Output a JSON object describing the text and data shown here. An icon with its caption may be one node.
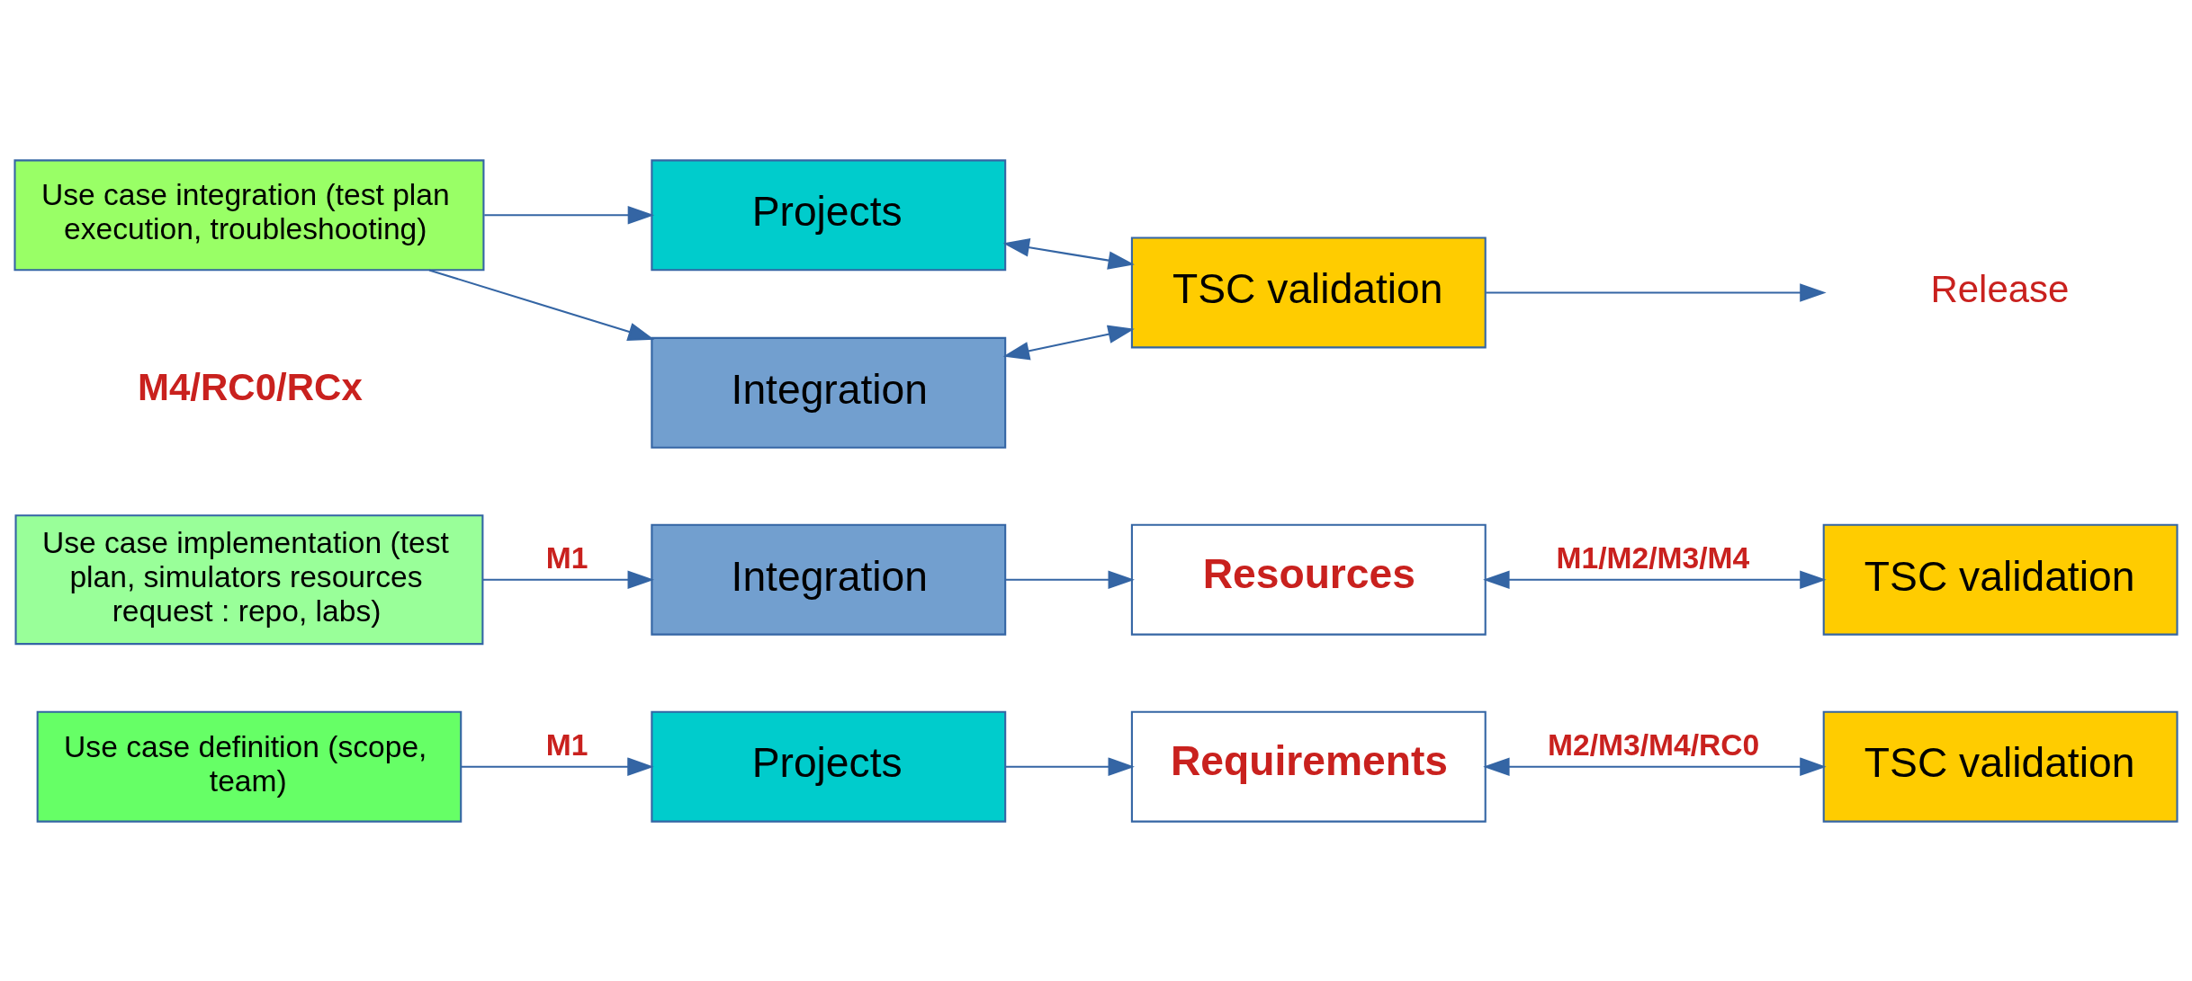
{
  "diagram": {
    "nodes": [
      {
        "text": [
          "Use case definition (scope, team)"
        ]
      },
      {
        "text": [
          "Projects"
        ]
      },
      {
        "text": [
          "Requirements"
        ]
      },
      {
        "text": [
          "TSC validation"
        ]
      },
      {
        "text": [
          "Use case implementation (test plan, simulators resources request : repo, labs)"
        ]
      },
      {
        "text": [
          "Integration"
        ]
      },
      {
        "text": [
          "Resources"
        ]
      },
      {
        "text": [
          "TSC validation"
        ]
      },
      {
        "text": [
          "Use case integration (test plan execution, troubleshooting)"
        ]
      },
      {
        "text": [
          "Integration"
        ]
      },
      {
        "text": [
          "Projects"
        ]
      },
      {
        "text": [
          "TSC validation"
        ]
      },
      {
        "text": [
          "Release"
        ]
      }
    ],
    "edges": [
      {
        "from": 0,
        "to": 1,
        "arrow": "to",
        "label": "M1"
      },
      {
        "from": 1,
        "to": 2,
        "arrow": "to"
      },
      {
        "from": 2,
        "to": 3,
        "arrow": "both",
        "label": "M2/M3/M4/RC0"
      },
      {
        "from": 4,
        "to": 5,
        "arrow": "to",
        "label": "M1"
      },
      {
        "from": 5,
        "to": 6,
        "arrow": "to"
      },
      {
        "from": 6,
        "to": 7,
        "arrow": "both",
        "label": "M1/M2/M3/M4"
      },
      {
        "from": 8,
        "to": 9,
        "arrow": "to"
      },
      {
        "from": 8,
        "to": 10,
        "arrow": "to"
      },
      {
        "from": 9,
        "to": 11,
        "arrow": "both"
      },
      {
        "from": 10,
        "to": 11,
        "arrow": "both"
      },
      {
        "from": 11,
        "to": 12,
        "arrow": "to"
      }
    ],
    "labels": [
      "M4/RC0/RCx"
    ]
  }
}
